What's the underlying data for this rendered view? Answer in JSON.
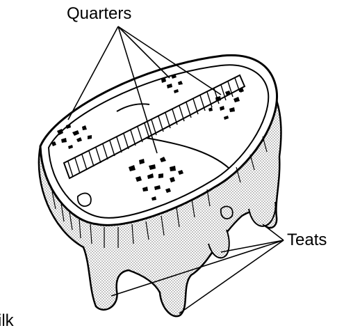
{
  "labels": {
    "quarters": "Quarters",
    "teats": "Teats",
    "cut_off_text": "ilk"
  },
  "colors": {
    "ink": "#000000",
    "paper": "#ffffff",
    "stipple": "#8a8a8a"
  }
}
